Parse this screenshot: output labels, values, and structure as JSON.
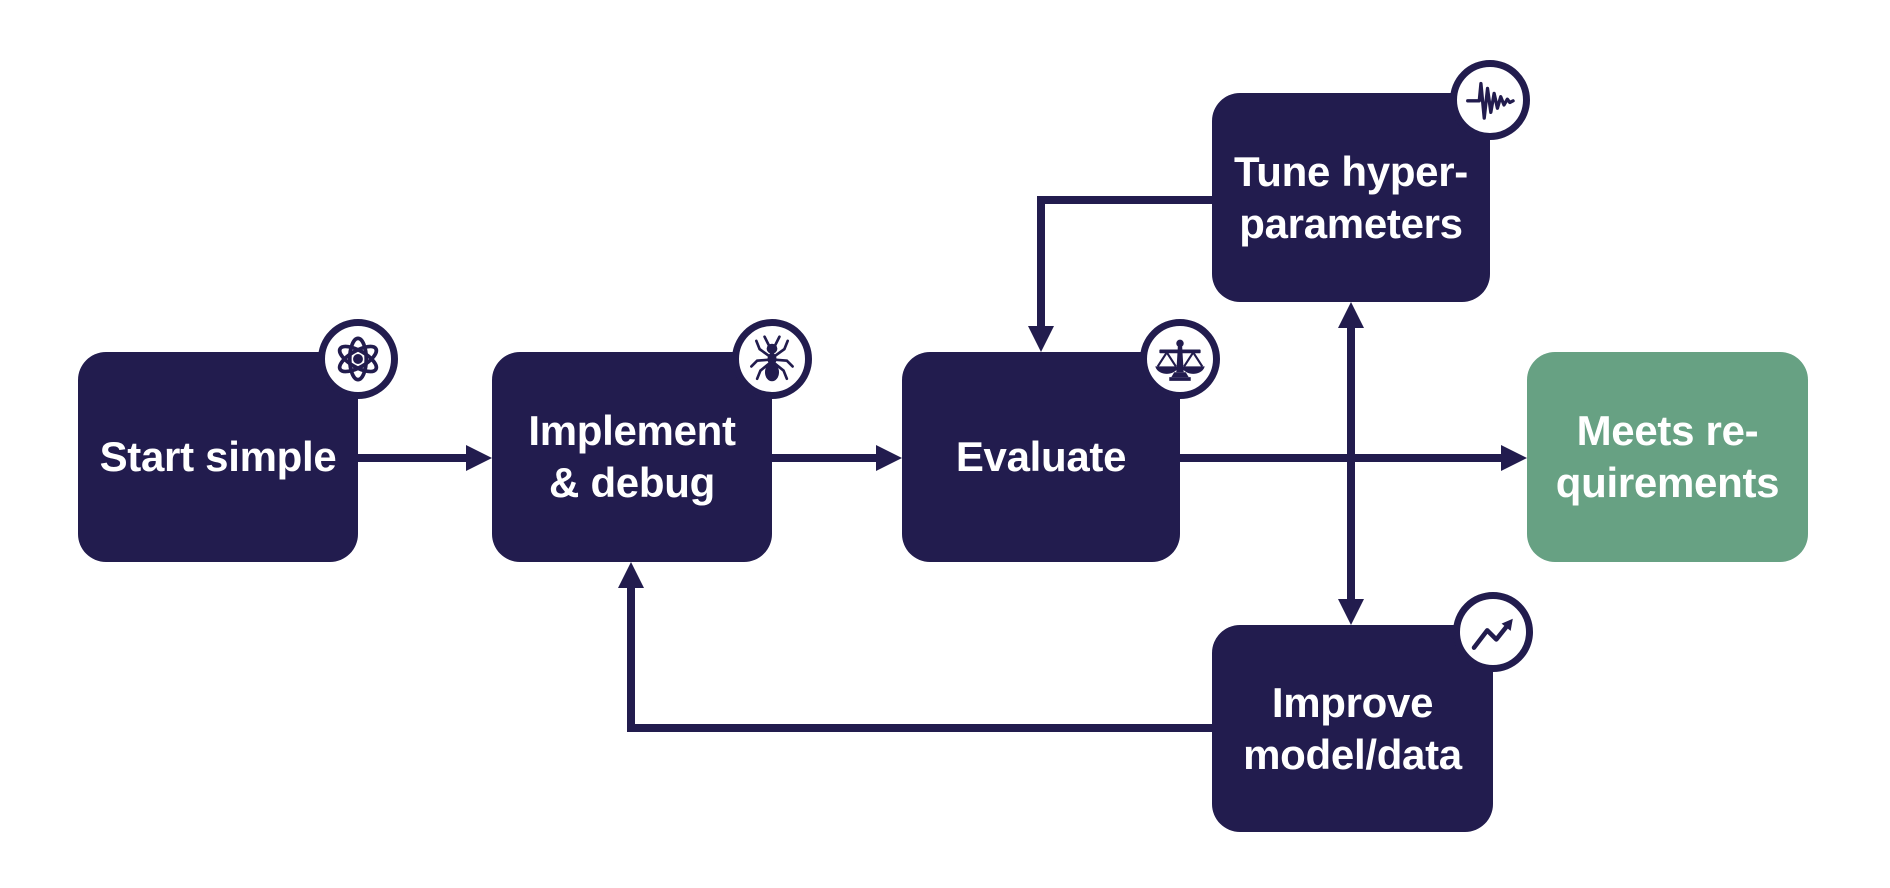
{
  "colors": {
    "node_fill": "#221c4e",
    "success_node_fill": "#67a183",
    "connector": "#221c4e",
    "label_text": "#ffffff",
    "icon_circle_bg": "#ffffff",
    "background": "#ffffff"
  },
  "nodes": [
    {
      "id": "start-simple",
      "lines": [
        "Start simple",
        ""
      ],
      "icon": "atom-icon",
      "color": "#221c4e"
    },
    {
      "id": "implement-debug",
      "lines": [
        "Implement",
        "& debug"
      ],
      "icon": "ant-icon",
      "color": "#221c4e"
    },
    {
      "id": "evaluate",
      "lines": [
        "Evaluate",
        ""
      ],
      "icon": "scales-icon",
      "color": "#221c4e"
    },
    {
      "id": "tune-hyperparameters",
      "lines": [
        "Tune hyper-",
        "parameters"
      ],
      "icon": "waveform-icon",
      "color": "#221c4e"
    },
    {
      "id": "improve-model-data",
      "lines": [
        "Improve",
        "model/data"
      ],
      "icon": "trend-icon",
      "color": "#221c4e"
    },
    {
      "id": "meets-requirements",
      "lines": [
        "Meets re-",
        "quirements"
      ],
      "icon": "",
      "color": "#67a183"
    }
  ],
  "edges": [
    {
      "from": "start-simple",
      "to": "implement-debug",
      "bidirectional": false
    },
    {
      "from": "implement-debug",
      "to": "evaluate",
      "bidirectional": false
    },
    {
      "from": "evaluate",
      "to": "meets-requirements",
      "bidirectional": false
    },
    {
      "from": "tune-hyperparameters",
      "to": "evaluate",
      "bidirectional": false
    },
    {
      "from": "improve-model-data",
      "to": "tune-hyperparameters",
      "bidirectional": true
    },
    {
      "from": "improve-model-data",
      "to": "implement-debug",
      "bidirectional": false
    }
  ]
}
